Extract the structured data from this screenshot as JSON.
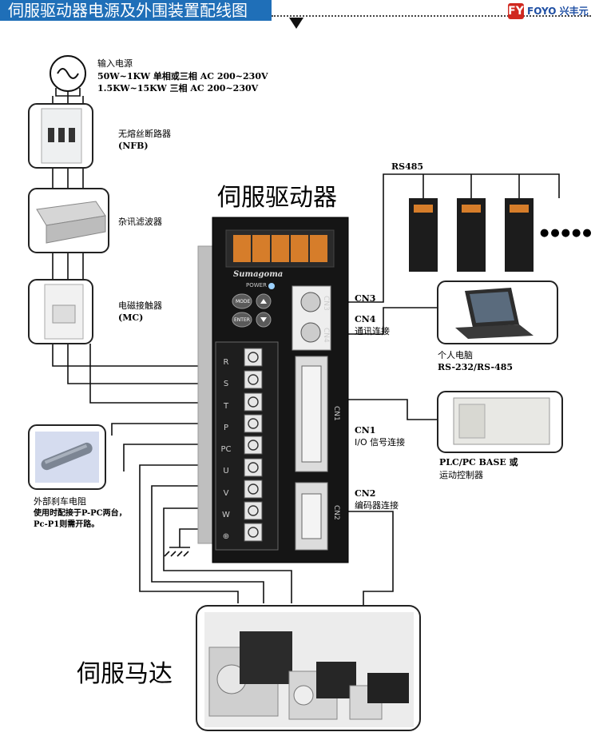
{
  "header": {
    "title": "伺服驱动器电源及外围装置配线图",
    "logo_mark": "FY",
    "logo_text": "FOYO 兴丰元"
  },
  "power": {
    "title": "输入电源",
    "line1": "50W~1KW   单相或三相 AC 200~230V",
    "line2": "1.5KW~15KW   三相 AC 200~230V"
  },
  "nfb": {
    "label": "无熔丝断路器",
    "code": "(NFB)"
  },
  "filter": {
    "label": "杂讯滤波器"
  },
  "mc": {
    "label": "电磁接触器",
    "code": "(MC)"
  },
  "drive": {
    "title": "伺服驱动器",
    "brand": "Sumagoma",
    "power_label": "POWER",
    "btn_mode": "MODE",
    "btn_enter": "ENTER",
    "terminals": [
      "R",
      "S",
      "T",
      "P",
      "PC",
      "U",
      "V",
      "W",
      "⊕"
    ],
    "cn3": "CN3",
    "cn4": "CN4",
    "cn1": "CN1",
    "cn2": "CN2"
  },
  "rs485": {
    "label": "RS485",
    "ellipsis": "●●●●●"
  },
  "cn3_label": "CN3",
  "cn4_label": {
    "code": "CN4",
    "desc": "通讯连接"
  },
  "pc": {
    "label": "个人电脑",
    "desc": "RS-232/RS-485"
  },
  "cn1_label": {
    "code": "CN1",
    "desc": "I/O 信号连接"
  },
  "plc": {
    "label": "PLC/PC BASE 或",
    "desc": "运动控制器"
  },
  "cn2_label": {
    "code": "CN2",
    "desc": "编码器连接"
  },
  "brake": {
    "label": "外部刹车电阻",
    "desc1": "使用时配接于P-PC两台，",
    "desc2": "Pc-P1则需开路。"
  },
  "motor": {
    "title": "伺服马达"
  }
}
